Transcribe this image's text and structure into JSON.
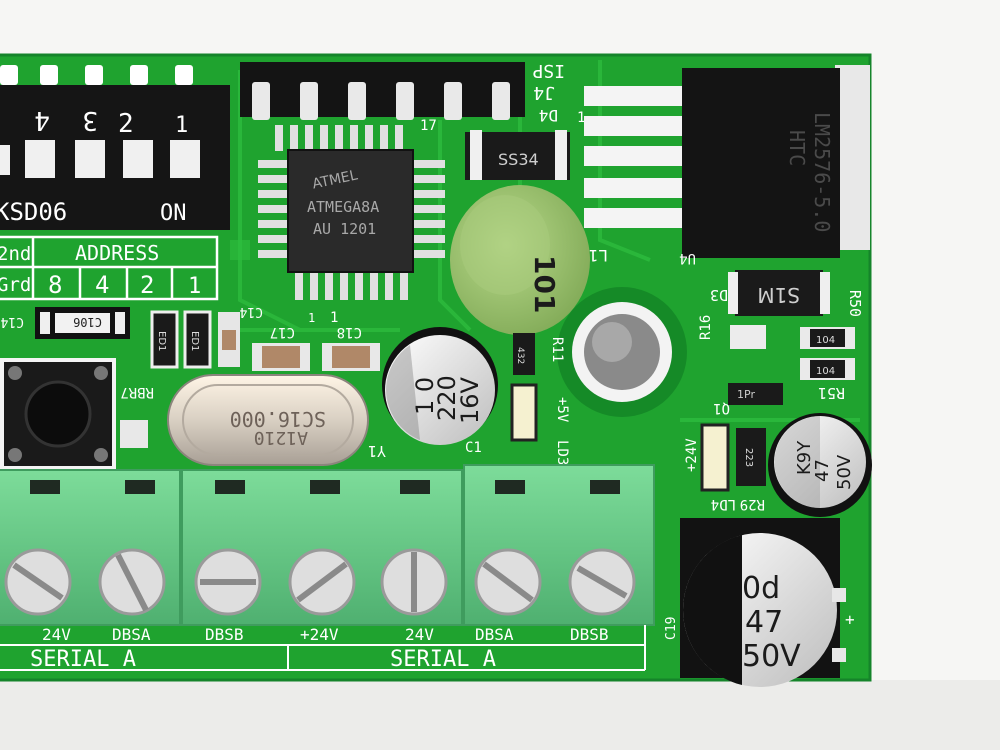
{
  "board": {
    "colors": {
      "pcb": "#1fa32f",
      "pcb_dark": "#127a22",
      "silkscreen": "#ffffff",
      "terminal_green": "#6fd18f",
      "background": "#f6f6f4"
    },
    "chip": {
      "brand": "ATMEL",
      "part": "ATMEGA8A",
      "lot": "AU 1201",
      "pin_label": "17",
      "pin1_mark": "1"
    },
    "regulator": {
      "line1": "LM2576-5.0",
      "line2": "HTC",
      "brand_mark": "HTC"
    },
    "dip_switch": {
      "numbers": [
        "4",
        "3",
        "2",
        "1"
      ],
      "brand": "KSD06",
      "on_label": "ON"
    },
    "address_table": {
      "title": "ADDRESS",
      "left_top": "2nd",
      "left_bottom": "Grd",
      "bits": [
        "8",
        "4",
        "2",
        "1"
      ]
    },
    "crystal": {
      "line1": "SC16.000",
      "line2": "A1210"
    },
    "inductor": {
      "marking": "101"
    },
    "diodes": {
      "d4_marking": "SS34",
      "d3_marking": "S1M"
    },
    "capacitors": {
      "c15": {
        "line1": "1 0",
        "line2": "220",
        "line3": "16V"
      },
      "c16": {
        "line1": "K9Y",
        "line2": "47",
        "line3": "50V"
      },
      "c19": {
        "line1": "0d",
        "line2": "47",
        "line3": "50V"
      }
    },
    "small_markings": {
      "c106": "C106",
      "r104a": "104",
      "r104b": "104",
      "r432": "432",
      "r223": "223",
      "q1": "1Pr",
      "ed1": "ED1",
      "ed2": "ED1"
    },
    "refdes": {
      "isp": "ISP",
      "j4": "J4",
      "d4": "D4",
      "d4_pin": "1",
      "l": "L1",
      "u": "U4",
      "d3": "D3",
      "r50": "R50",
      "r16": "R16",
      "r51": "R51",
      "q1": "Q1",
      "r11": "R11",
      "plus5v": "+5V",
      "ld3": "LD3",
      "plus24v": "+24V",
      "r29": "R29",
      "ld4": "LD4",
      "rbr7": "RBR7",
      "y1": "Y1",
      "c17": "C17",
      "c18": "C18",
      "c14": "C14",
      "c14b": "C14",
      "c1": "C1",
      "c19": "C19",
      "plus": "+",
      "pin1": "1"
    },
    "terminal_block": {
      "labels": [
        "24V",
        "DBSA",
        "DBSB",
        "+24V",
        "24V",
        "DBSA",
        "DBSB"
      ],
      "serial_labels": [
        "SERIAL A",
        "SERIAL A"
      ]
    }
  }
}
